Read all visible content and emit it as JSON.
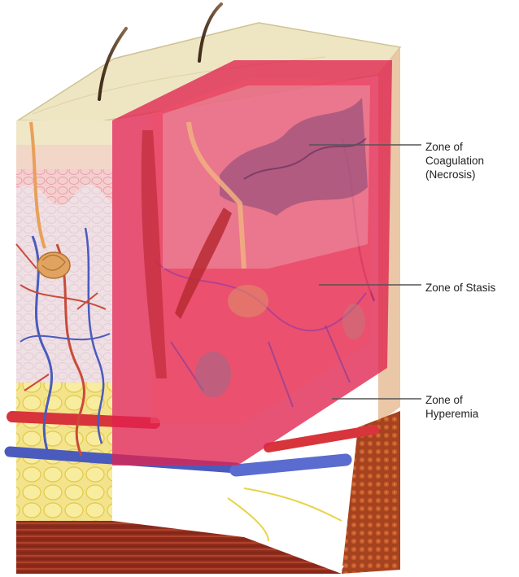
{
  "labels": {
    "coagulation": "Zone of\nCoagulation\n(Necrosis)",
    "stasis": "Zone of Stasis",
    "hyperemia": "Zone of\nHyperemia"
  },
  "colors": {
    "background": "#ffffff",
    "skin_surface": "#eee6c2",
    "dermis": "#f4c7c9",
    "fat": "#f5e58e",
    "muscle": "#9a3a20",
    "artery": "#d9363d",
    "vein": "#4a5bbd",
    "zone_overlay": "#e0234e",
    "leader_line": "#555555"
  },
  "icons": {
    "hair": "hair-shaft-icon",
    "gland": "sweat-gland-icon",
    "vessel": "blood-vessel-icon"
  }
}
